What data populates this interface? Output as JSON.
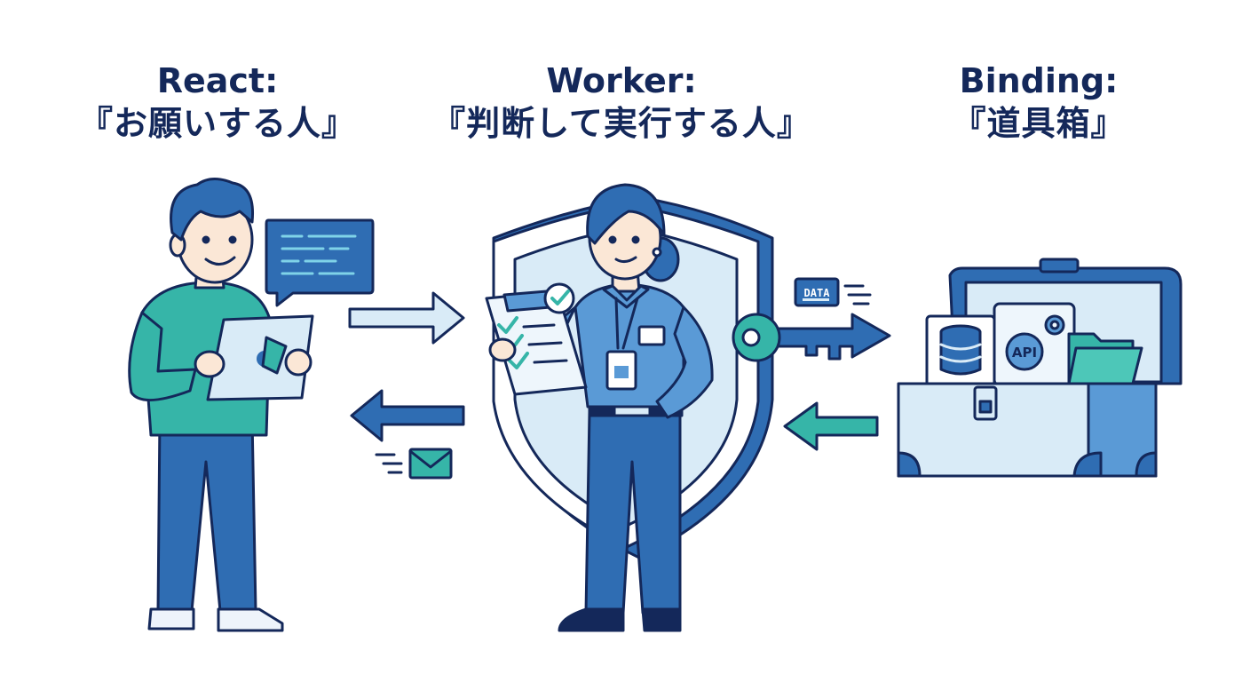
{
  "roles": {
    "react": {
      "name": "React:",
      "desc": "『お願いする人』"
    },
    "worker": {
      "name": "Worker:",
      "desc": "『判断して実行する人』"
    },
    "binding": {
      "name": "Binding:",
      "desc": "『道具箱』"
    }
  },
  "tags": {
    "data": "DATA",
    "api": "API"
  },
  "colors": {
    "navy": "#14285a",
    "blue": "#2f6db3",
    "light_blue": "#d9ebf7",
    "teal": "#36b5a8",
    "pale": "#e8f3fb"
  },
  "icons": [
    "speech-bubble-icon",
    "tablet-icon",
    "clipboard-icon",
    "check-icon",
    "badge-icon",
    "shield-icon",
    "key-icon",
    "data-card-icon",
    "envelope-icon",
    "toolbox-icon",
    "database-icon",
    "gear-icon",
    "folder-icon",
    "arrow-right-icon",
    "arrow-left-icon"
  ]
}
